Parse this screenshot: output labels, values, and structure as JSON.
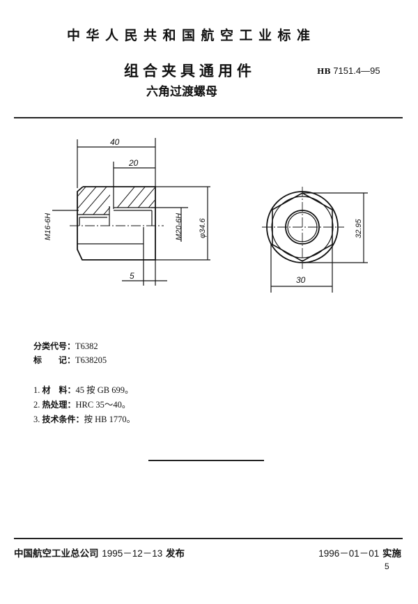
{
  "header": {
    "standard_name": "中华人民共和国航空工业标准",
    "title": "组合夹具通用件",
    "subtitle": "六角过渡螺母",
    "code_prefix": "HB",
    "code_number": "7151.4—95"
  },
  "drawing": {
    "side_view": {
      "dim_total_length": "40",
      "dim_half_length": "20",
      "dim_shoulder": "5",
      "thread_left": "M16-6H",
      "thread_right": "M20-6H",
      "dim_diameter": "φ34.6"
    },
    "end_view": {
      "dim_across_flats": "30",
      "dim_across_corners": "32.95"
    }
  },
  "info": {
    "classification_label": "分类代号：",
    "classification_value": "T6382",
    "mark_label": "标　　记：",
    "mark_value": "T638205"
  },
  "notes": [
    {
      "num": "1.",
      "label": "材　料：",
      "value": "45 按 GB 699。"
    },
    {
      "num": "2.",
      "label": "热处理：",
      "value": "HRC 35～40。"
    },
    {
      "num": "3.",
      "label": "技术条件：",
      "value": "按 HB 1770。"
    }
  ],
  "footer": {
    "issuer": "中国航空工业总公司",
    "issue_date": "1995－12－13",
    "issue_label": "发布",
    "effective_date": "1996－01－01",
    "effective_label": "实施",
    "page_number": "5"
  }
}
